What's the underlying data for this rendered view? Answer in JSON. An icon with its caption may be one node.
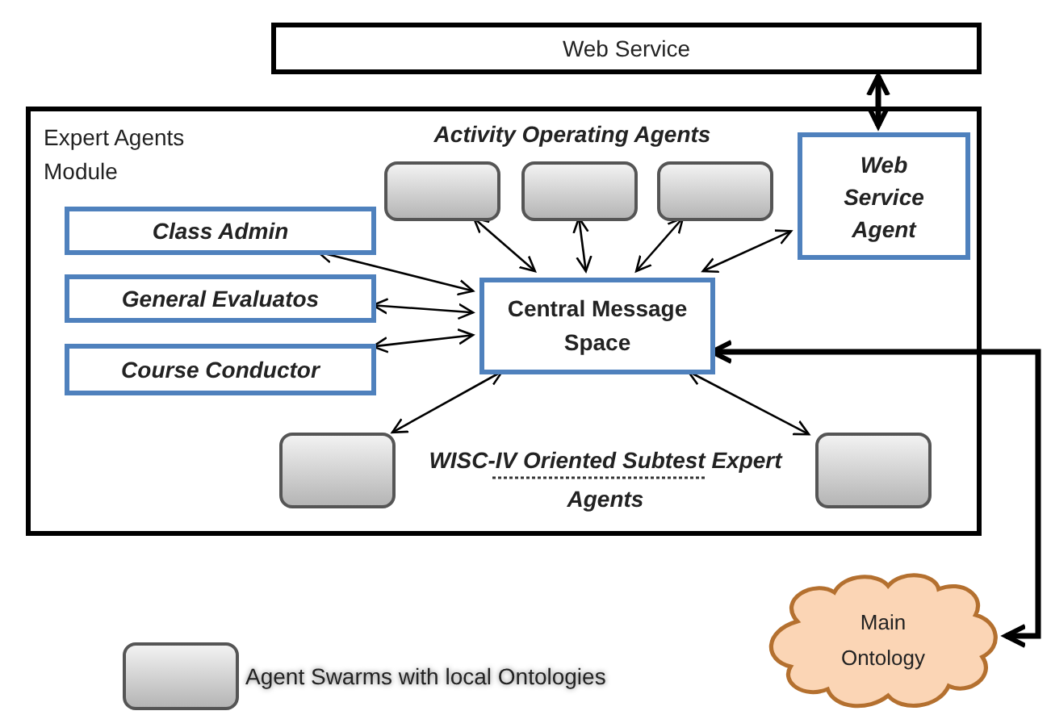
{
  "diagram": {
    "nodes": [
      {
        "text": [
          "Web Service"
        ]
      },
      {
        "text": [
          "Expert Agents Module"
        ]
      },
      {
        "text": [],
        "shape": "box",
        "in": 1
      },
      {
        "text": [],
        "shape": "box",
        "in": 1
      },
      {
        "text": [],
        "shape": "box",
        "in": 1
      },
      {
        "text": [
          "Web Service Agent"
        ],
        "in": 1
      },
      {
        "text": [
          "Class Admin"
        ],
        "in": 1
      },
      {
        "text": [
          "General Evaluatos"
        ],
        "in": 1
      },
      {
        "text": [
          "Course Conductor"
        ],
        "in": 1
      },
      {
        "text": [
          "Central Message Space"
        ],
        "in": 1
      },
      {
        "text": [],
        "shape": "box",
        "in": 1
      },
      {
        "text": [],
        "shape": "box",
        "in": 1
      },
      {
        "text": [
          "Main Ontology"
        ]
      }
    ],
    "edges": [
      {
        "from": 0,
        "to": 5,
        "arrow": "both",
        "style": "thick"
      },
      {
        "from": 9,
        "to": 6,
        "arrow": "both"
      },
      {
        "from": 9,
        "to": 7,
        "arrow": "both"
      },
      {
        "from": 9,
        "to": 8,
        "arrow": "both"
      },
      {
        "from": 9,
        "to": 2,
        "arrow": "both"
      },
      {
        "from": 9,
        "to": 3,
        "arrow": "both"
      },
      {
        "from": 9,
        "to": 4,
        "arrow": "both"
      },
      {
        "from": 9,
        "to": 5,
        "arrow": "both"
      },
      {
        "from": 9,
        "to": 10,
        "arrow": "both"
      },
      {
        "from": 9,
        "to": 11,
        "arrow": "both"
      },
      {
        "from": 12,
        "to": 9,
        "arrow": "both",
        "style": "thick"
      }
    ],
    "labels": [
      "Activity Operating Agents",
      "WISC-IV Oriented Subtest Expert Agents"
    ],
    "legend": [
      {
        "text": "Agent Swarms with local Ontologies"
      }
    ]
  }
}
